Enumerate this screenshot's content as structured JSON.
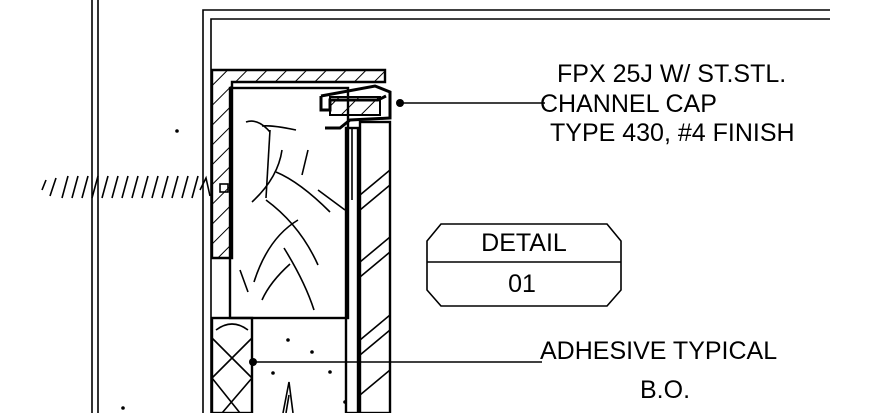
{
  "callouts": {
    "top_line1": "FPX 25J W/ ST.STL.",
    "top_line2": "CHANNEL CAP",
    "top_line3": "TYPE 430, #4 FINISH",
    "bottom_line1": "ADHESIVE TYPICAL",
    "bottom_line2": "B.O."
  },
  "detail_tag": {
    "title": "DETAIL",
    "number": "01"
  }
}
